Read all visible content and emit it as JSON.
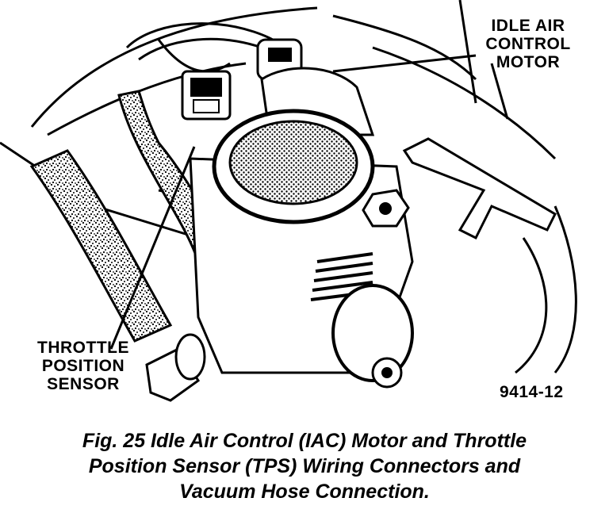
{
  "labels": {
    "iac": [
      "IDLE AIR",
      "CONTROL",
      "MOTOR"
    ],
    "tps": [
      "THROTTLE",
      "POSITION",
      "SENSOR"
    ],
    "figure_id": "9414-12"
  },
  "caption": {
    "lines": [
      "Fig. 25 Idle Air Control (IAC) Motor and Throttle",
      "Position Sensor (TPS) Wiring Connectors and",
      "Vacuum Hose Connection."
    ]
  }
}
